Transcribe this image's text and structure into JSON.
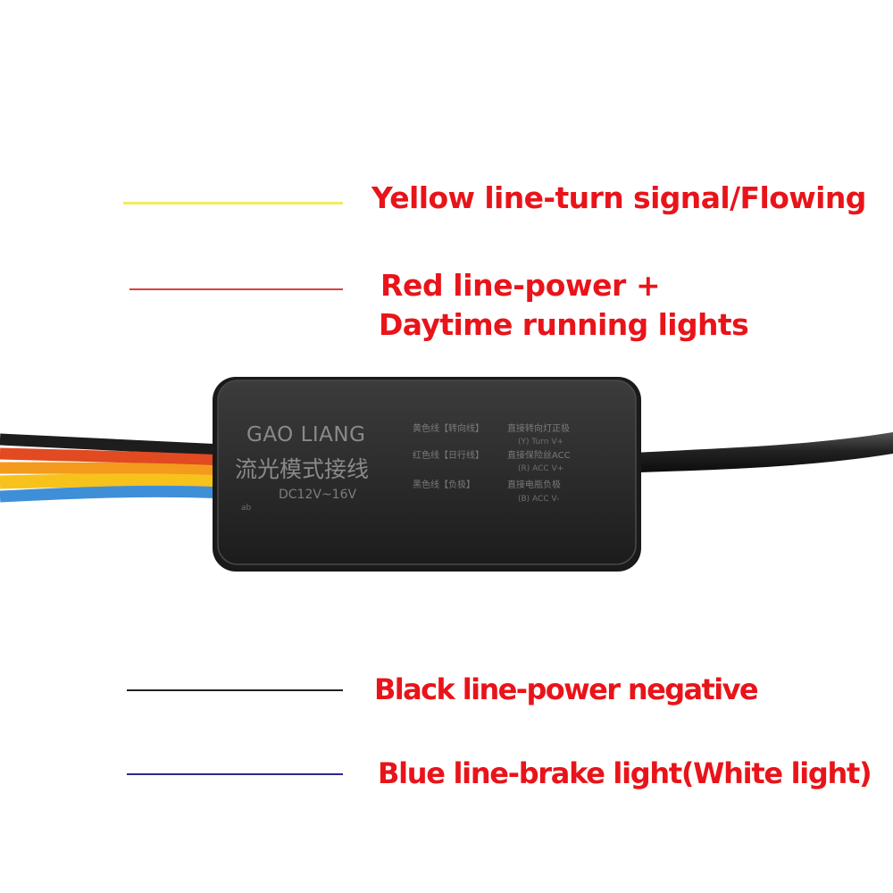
{
  "legend": [
    {
      "id": "yellow",
      "line_color": "#f3ea60",
      "text_color": "#e8141a",
      "lines": [
        "Yellow line-turn signal/Flowing"
      ]
    },
    {
      "id": "red",
      "line_color": "#d8413f",
      "text_color": "#e8141a",
      "lines": [
        "Red line-power +",
        "Daytime running lights"
      ]
    },
    {
      "id": "black",
      "line_color": "#222222",
      "text_color": "#e8141a",
      "lines": [
        "Black line-power negative"
      ]
    },
    {
      "id": "blue",
      "line_color": "#2a2a8e",
      "text_color": "#e8141a",
      "lines": [
        "Blue line-brake light(White light)"
      ]
    }
  ],
  "module": {
    "brand": "GAO LIANG",
    "name_cn": "流光模式接线",
    "voltage": "DC12V~16V",
    "mark": "ab",
    "case_color": "#2b2b2b",
    "label_rows": [
      {
        "left": "黄色线【转向线】",
        "right": "直接转向灯正极",
        "sub": "(Y)  Turn  V+"
      },
      {
        "left": "红色线【日行线】",
        "right": "直接保险丝ACC",
        "sub": "(R)  ACC  V+"
      },
      {
        "left": "黑色线【负极】",
        "right": "直接电瓶负极",
        "sub": "(B)  ACC  V-"
      }
    ]
  },
  "wires": [
    {
      "id": "black",
      "color": "#1d1d1d"
    },
    {
      "id": "red",
      "color": "#e24a22"
    },
    {
      "id": "orange",
      "color": "#f49a1d"
    },
    {
      "id": "yellow",
      "color": "#f7c21b"
    },
    {
      "id": "blue",
      "color": "#3f8fd8"
    }
  ]
}
